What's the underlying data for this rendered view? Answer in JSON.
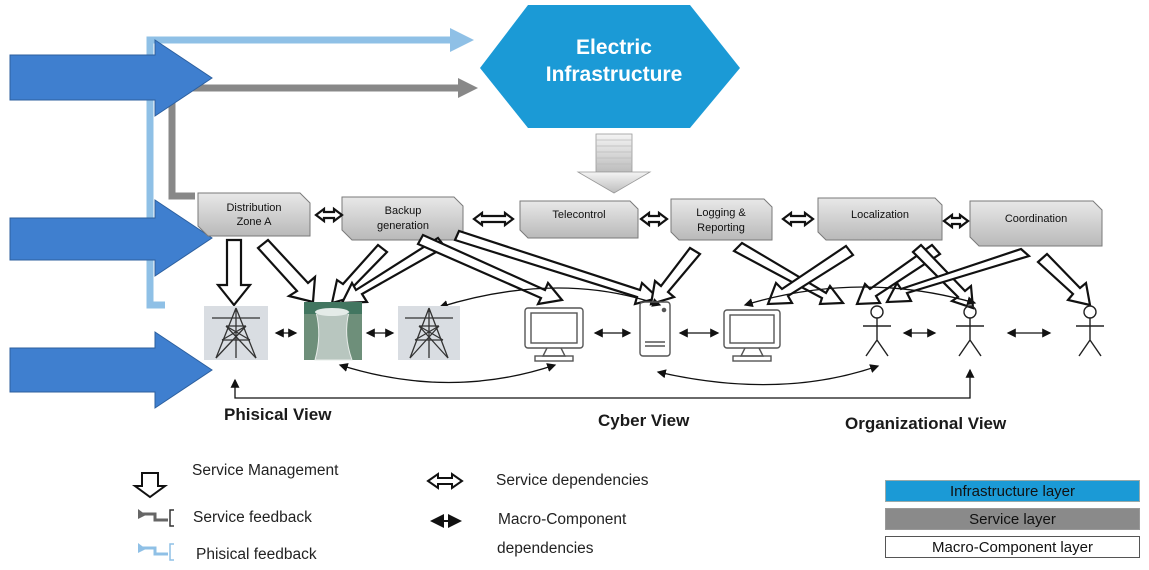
{
  "infrastructure": {
    "line1": "Electric",
    "line2": "Infrastructure"
  },
  "services": [
    {
      "line1": "Distribution",
      "line2": "Zone A"
    },
    {
      "line1": "Backup",
      "line2": "generation"
    },
    {
      "line1": "Telecontrol",
      "line2": ""
    },
    {
      "line1": "Logging &",
      "line2": "Reporting"
    },
    {
      "line1": "Localization",
      "line2": ""
    },
    {
      "line1": "Coordination",
      "line2": ""
    }
  ],
  "views": {
    "physical": "Phisical View",
    "cyber": "Cyber View",
    "organizational": "Organizational View"
  },
  "legend": {
    "service_management": "Service Management",
    "service_dependencies": "Service dependencies",
    "service_feedback": "Service feedback",
    "macro_component_dependencies_line1": "Macro-Component",
    "macro_component_dependencies_line2": "dependencies",
    "phisical_feedback": "Phisical feedback"
  },
  "layers": {
    "infrastructure": {
      "label": "Infrastructure layer",
      "color": "#1b9ad6"
    },
    "service": {
      "label": "Service layer",
      "color": "#8a8a8a"
    },
    "macro_component": {
      "label": "Macro-Component layer",
      "color": "#ffffff"
    }
  },
  "colors": {
    "infra_hexagon": "#1b9ad6",
    "big_arrow": "#3f7fcf",
    "service_feedback_line": "#888888",
    "physical_feedback_line": "#8fc0e6"
  }
}
